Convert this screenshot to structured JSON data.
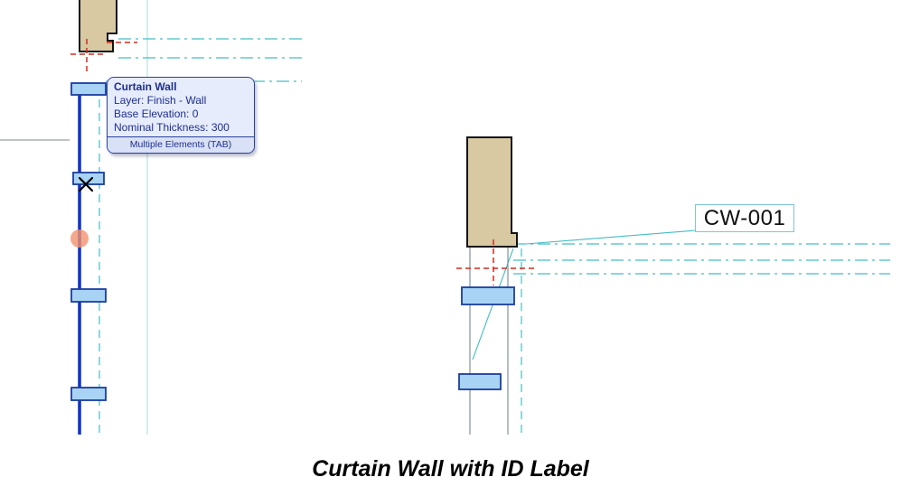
{
  "tooltip": {
    "title": "Curtain Wall",
    "lines": [
      "Layer: Finish - Wall",
      "Base Elevation: 0",
      "Nominal Thickness: 300"
    ],
    "footer": "Multiple Elements (TAB)"
  },
  "id_label": {
    "text": "CW-001"
  },
  "caption": "Curtain Wall with ID Label",
  "colors": {
    "wall_fill": "#d8c9a2",
    "mullion_fill": "#a9d3f5",
    "mullion_stroke": "#1a3c9e",
    "cyan": "#44bdc3",
    "cyan_light": "#b8e2e4",
    "selection_blue": "#1434c8",
    "red": "#d42a1e",
    "orange": "#f2926e",
    "tooltip_bg": "#e6ecfb",
    "tooltip_border": "#2b3f9e",
    "tooltip_text": "#1e2f8f",
    "label_border": "#7fc4dc"
  }
}
